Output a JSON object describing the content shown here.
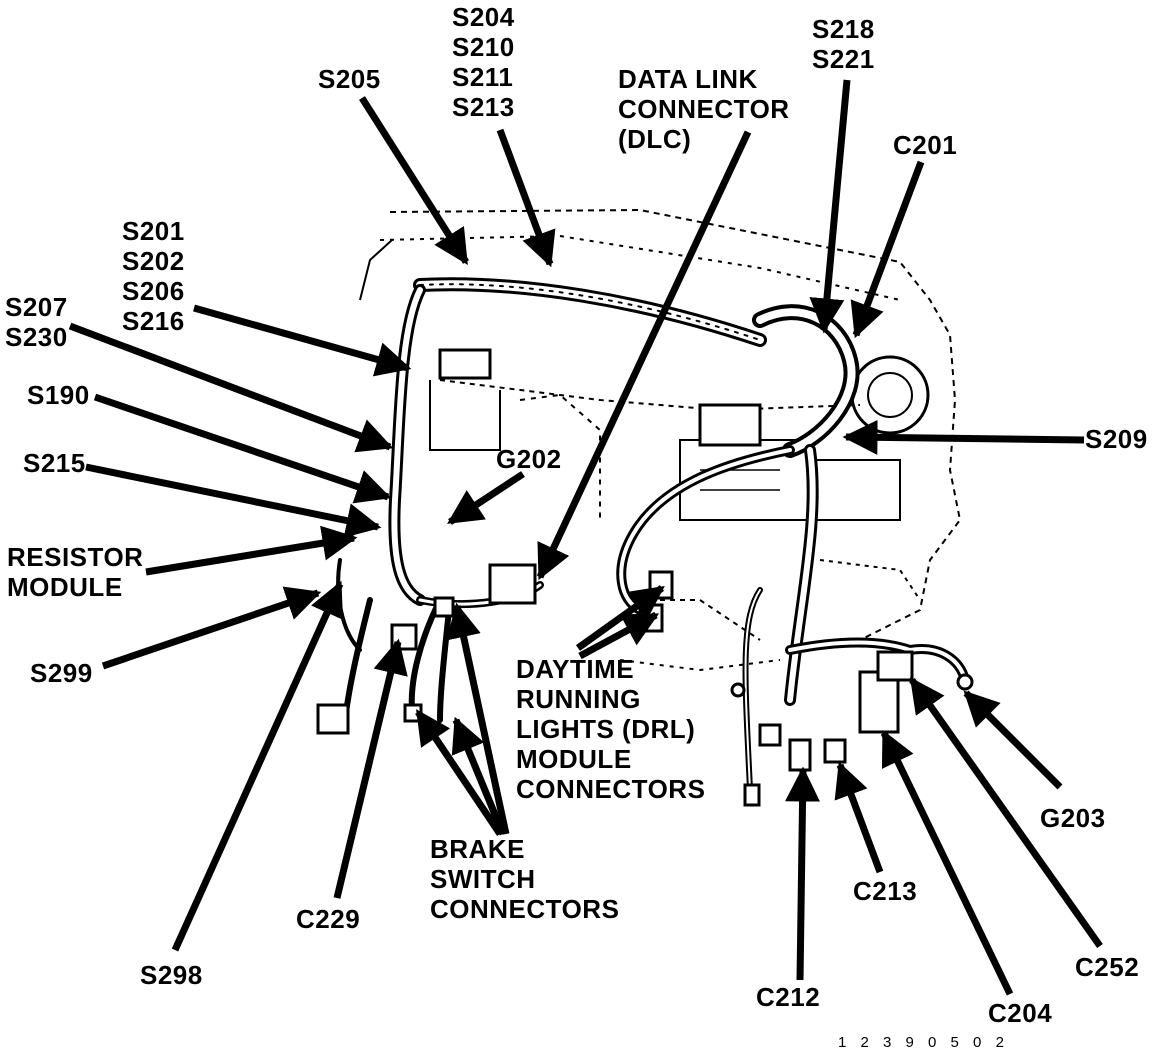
{
  "callouts": {
    "s204_group": [
      "S204",
      "S210",
      "S211",
      "S213"
    ],
    "s205": "S205",
    "dlc": [
      "DATA LINK",
      "CONNECTOR",
      "(DLC)"
    ],
    "s218_group": [
      "S218",
      "S221"
    ],
    "c201": "C201",
    "s201_group": [
      "S201",
      "S202",
      "S206",
      "S216"
    ],
    "s207_group": [
      "S207",
      "S230"
    ],
    "s190": "S190",
    "s215": "S215",
    "g202": "G202",
    "resistor_module": [
      "RESISTOR",
      "MODULE"
    ],
    "s209": "S209",
    "s299": "S299",
    "drl": [
      "DAYTIME",
      "RUNNING",
      "LIGHTS (DRL)",
      "MODULE",
      "CONNECTORS"
    ],
    "g203": "G203",
    "brake": [
      "BRAKE",
      "SWITCH",
      "CONNECTORS"
    ],
    "c229": "C229",
    "c213": "C213",
    "s298": "S298",
    "c212": "C212",
    "c252": "C252",
    "c204": "C204"
  },
  "figure_number": "1 2 3 9 0 5 0 2"
}
